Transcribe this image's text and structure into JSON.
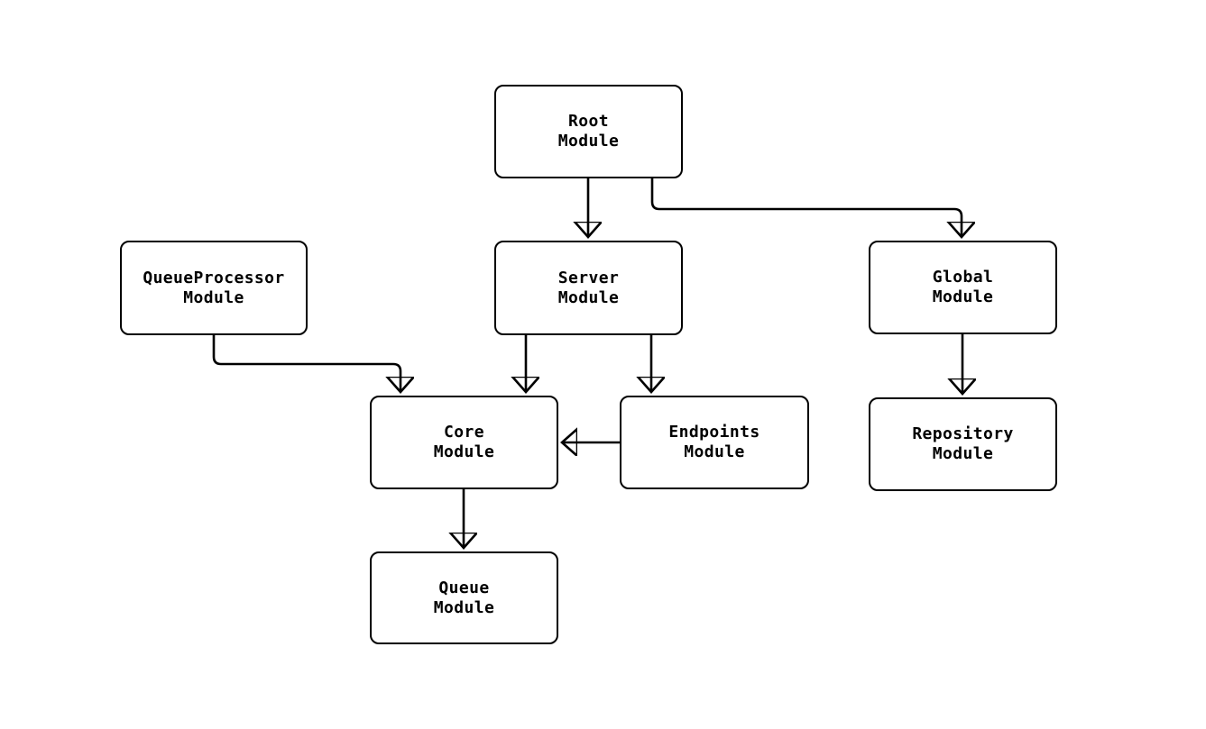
{
  "diagram": {
    "type": "module-dependency-flowchart",
    "colors": {
      "background": "#ffffff",
      "node_fill": "#ffffff",
      "node_border": "#000000",
      "edge_stroke": "#000000",
      "text": "#000000"
    },
    "nodes": {
      "root": {
        "line1": "Root",
        "line2": "Module"
      },
      "queueprocessor": {
        "line1": "QueueProcessor",
        "line2": "Module"
      },
      "server": {
        "line1": "Server",
        "line2": "Module"
      },
      "global": {
        "line1": "Global",
        "line2": "Module"
      },
      "core": {
        "line1": "Core",
        "line2": "Module"
      },
      "endpoints": {
        "line1": "Endpoints",
        "line2": "Module"
      },
      "repository": {
        "line1": "Repository",
        "line2": "Module"
      },
      "queue": {
        "line1": "Queue",
        "line2": "Module"
      }
    },
    "edges": [
      {
        "from": "Root Module",
        "to": "Server Module"
      },
      {
        "from": "Root Module",
        "to": "Global Module"
      },
      {
        "from": "QueueProcessor Module",
        "to": "Core Module"
      },
      {
        "from": "Server Module",
        "to": "Core Module"
      },
      {
        "from": "Server Module",
        "to": "Endpoints Module"
      },
      {
        "from": "Endpoints Module",
        "to": "Core Module"
      },
      {
        "from": "Global Module",
        "to": "Repository Module"
      },
      {
        "from": "Core Module",
        "to": "Queue Module"
      }
    ]
  }
}
